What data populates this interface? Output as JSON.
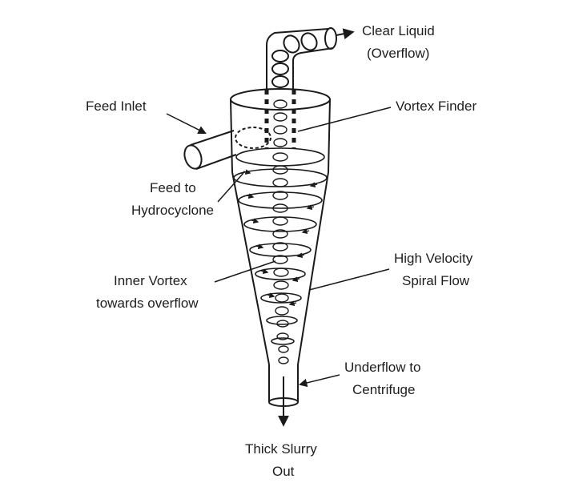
{
  "labels": {
    "clear_liquid": "Clear Liquid",
    "overflow": "(Overflow)",
    "feed_inlet": "Feed Inlet",
    "vortex_finder": "Vortex Finder",
    "feed_to": "Feed to",
    "hydrocyclone": "Hydrocyclone",
    "high_velocity": "High Velocity",
    "spiral_flow": "Spiral Flow",
    "inner_vortex": "Inner Vortex",
    "towards_overflow": "towards overflow",
    "underflow_to": "Underflow to",
    "centrifuge": "Centrifuge",
    "thick_slurry": "Thick Slurry",
    "out": "Out"
  },
  "colors": {
    "stroke": "#1a1a1a",
    "text": "#1e1e1e",
    "background": "#ffffff"
  }
}
